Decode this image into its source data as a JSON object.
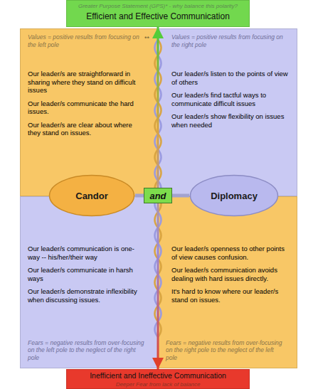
{
  "diagram": {
    "nodes": [
      {
        "text": [
          "Greater Purpose Statement (GPS)* - why balance this polarity?",
          "Efficient and Effective Communication"
        ]
      },
      {
        "text": [
          "Values = positive results from focusing on the left pole",
          "Our leader/s are straightforward in sharing where they stand on difficult issues",
          "Our leader/s communicate the hard issues.",
          "Our leader/s are clear about where they stand on issues."
        ]
      },
      {
        "text": [
          "Values = positive results from focusing on the right pole",
          "Our leader/s listen to the points of view of others",
          "Our leader/s find tactful ways to communicate difficult issues",
          "Our leader/s show flexibility on issues when needed"
        ]
      },
      {
        "text": [
          "Candor"
        ]
      },
      {
        "text": [
          "and"
        ]
      },
      {
        "text": [
          "Diplomacy"
        ]
      },
      {
        "text": [
          "Our leader/s communication is one-way -- his/her/their way",
          "Our leader/s communicate in harsh ways",
          "Our leader/s demonstrate inflexibility when discussing issues.",
          "Fears = negative results from over-focusing on the left pole to the neglect of the right pole"
        ]
      },
      {
        "text": [
          "Our leader/s openness to other points of view causes confusion.",
          "Our leader/s communication avoids dealing with hard issues directly.",
          "It's hard to know where our leader/s stand on issues.",
          "Fears = negative results from over-focusing on the right pole to the neglect of the left pole"
        ]
      },
      {
        "text": [
          "Inefficient and Ineffective Communication",
          "Deeper Fear from lack of balance"
        ]
      }
    ],
    "edges": [
      {
        "from": 0,
        "to": 8,
        "arrow": "both"
      },
      {
        "from": 3,
        "to": 4,
        "arrow": "none"
      },
      {
        "from": 4,
        "to": 5,
        "arrow": "none"
      }
    ],
    "labels": [
      "**"
    ]
  }
}
